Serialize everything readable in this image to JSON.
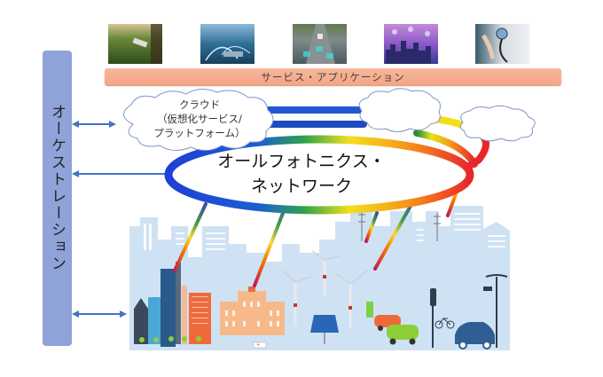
{
  "services": {
    "images": [
      {
        "name": "smart-agriculture-photo",
        "desc": "farmer with tablet in crop field"
      },
      {
        "name": "smart-port-photo",
        "desc": "harbor with network arcs"
      },
      {
        "name": "autonomous-traffic-photo",
        "desc": "cars on highway with sensor overlays"
      },
      {
        "name": "smart-city-photo",
        "desc": "city skyline with network icons"
      },
      {
        "name": "telemedicine-photo",
        "desc": "doctor holding stethoscope"
      }
    ],
    "bar_label": "サービス・アプリケーション",
    "bar_color": "#f4a685"
  },
  "orchestration": {
    "label": "オーケストレーション",
    "color": "#8fa3d9"
  },
  "cloud": {
    "line1": "クラウド",
    "line2": "（仮想化サービス/",
    "line3": "プラットフォーム）"
  },
  "network": {
    "line1": "オールフォトニクス・",
    "line2": "ネットワーク"
  },
  "arrow_color": "#4472c4",
  "city": {
    "background_color": "#cfe2f3",
    "elements": [
      "office-buildings",
      "hospital",
      "ambulance",
      "wind-turbines",
      "solar-panel",
      "cell-towers",
      "ev-charger",
      "electric-cars",
      "traffic-light",
      "bicycle",
      "autonomous-car",
      "street-camera"
    ]
  }
}
